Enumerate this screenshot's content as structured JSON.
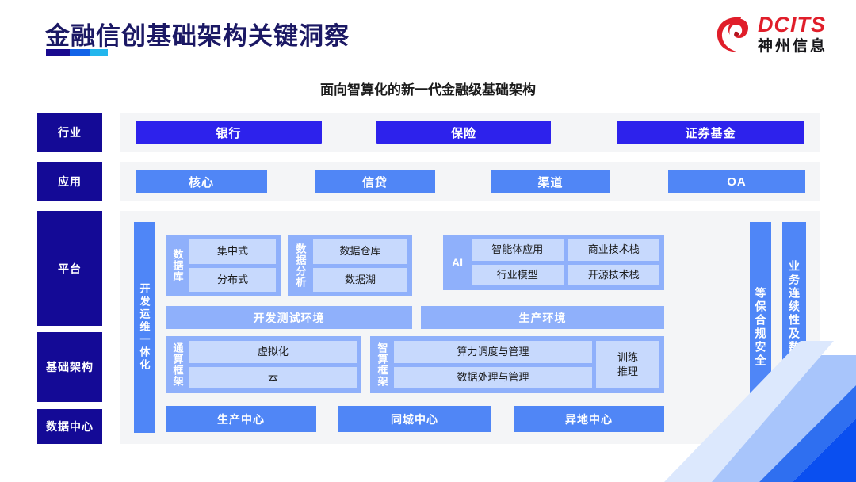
{
  "header": {
    "title": "金融信创基础架构关键洞察",
    "rule_colors": [
      "#190a8f",
      "#1263e8",
      "#23b6ed"
    ],
    "logo": {
      "en": "DCITS",
      "cn": "神州信息",
      "mark": "swirl-logo-mark",
      "color": "#e01e2a"
    }
  },
  "subtitle": "面向智算化的新一代金融级基础架构",
  "colors": {
    "label_navy": "#140a96",
    "industry_blue": "#2d22ec",
    "app_blue": "#5086f6",
    "group_blue": "#8fb0fb",
    "tile_blue": "#c7d9fd",
    "panel_gray": "#f4f5f7"
  },
  "rows": {
    "industry": {
      "label": "行业",
      "items": [
        {
          "text": "银行"
        },
        {
          "text": "保险"
        },
        {
          "text": "证券基金"
        }
      ]
    },
    "application": {
      "label": "应用",
      "items": [
        {
          "text": "核心"
        },
        {
          "text": "信贷"
        },
        {
          "text": "渠道"
        },
        {
          "text": "OA"
        }
      ]
    },
    "platform": {
      "label": "平台"
    },
    "infrastructure": {
      "label": "基础架构"
    },
    "datacenter": {
      "label": "数据中心"
    }
  },
  "platform": {
    "devops_bar": "开发运维一体化",
    "side_bars": [
      {
        "text": "等保合规安全"
      },
      {
        "text": "业务连续性及数据保护"
      }
    ],
    "groups": {
      "database": {
        "caption": "数据库",
        "tiles": [
          "集中式",
          "分布式"
        ]
      },
      "data_analysis": {
        "caption": "数据分析",
        "tiles": [
          "数据仓库",
          "数据湖"
        ]
      },
      "ai": {
        "caption": "AI",
        "row1": [
          "智能体应用",
          "商业技术栈"
        ],
        "row2": [
          "行业模型",
          "开源技术栈"
        ]
      }
    },
    "environments": [
      {
        "text": "开发测试环境"
      },
      {
        "text": "生产环境"
      }
    ],
    "frameworks": {
      "general": {
        "caption": "通算框架",
        "tiles": [
          "虚拟化",
          "云"
        ]
      },
      "smart": {
        "caption": "智算框架",
        "tiles": [
          "算力调度与管理",
          "数据处理与管理"
        ],
        "side_tile": "训练\n推理"
      }
    },
    "centers": [
      {
        "text": "生产中心"
      },
      {
        "text": "同城中心"
      },
      {
        "text": "异地中心"
      }
    ]
  }
}
